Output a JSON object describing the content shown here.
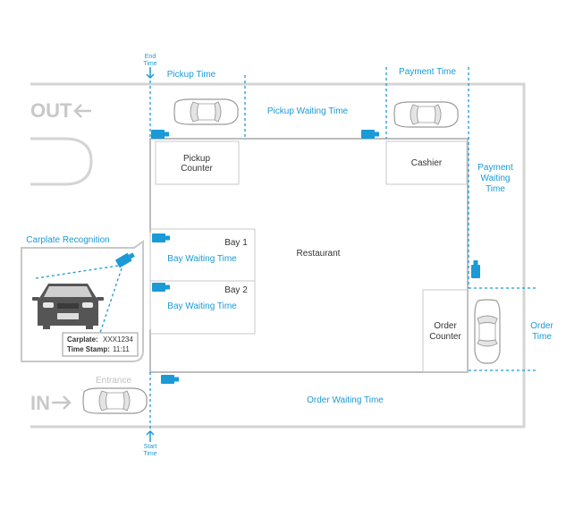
{
  "labels": {
    "end_time_1": "End",
    "end_time_2": "Time",
    "start_time_1": "Start",
    "start_time_2": "Time",
    "pickup_time": "Pickup Time",
    "payment_time": "Payment Time",
    "pickup_waiting_time": "Pickup Waiting Time",
    "payment_waiting_time_1": "Payment",
    "payment_waiting_time_2": "Waiting",
    "payment_waiting_time_3": "Time",
    "order_time_1": "Order",
    "order_time_2": "Time",
    "order_waiting_time": "Order Waiting Time",
    "bay_waiting_time_1": "Bay Waiting Time",
    "bay_waiting_time_2": "Bay Waiting Time",
    "carplate_recognition": "Carplate Recognition",
    "entrance": "Entrance"
  },
  "zones": {
    "out": "OUT",
    "in": "IN",
    "pickup_counter_1": "Pickup",
    "pickup_counter_2": "Counter",
    "cashier": "Cashier",
    "restaurant": "Restaurant",
    "bay_1": "Bay 1",
    "bay_2": "Bay 2",
    "order_counter_1": "Order",
    "order_counter_2": "Counter"
  },
  "carplate_info": {
    "carplate_label": "Carplate:",
    "carplate_value": "XXX1234",
    "timestamp_label": "Time Stamp:",
    "timestamp_value": "11:11"
  },
  "colors": {
    "accent": "#1a9ad6",
    "wall": "#b8b8b8",
    "text": "#333333"
  }
}
